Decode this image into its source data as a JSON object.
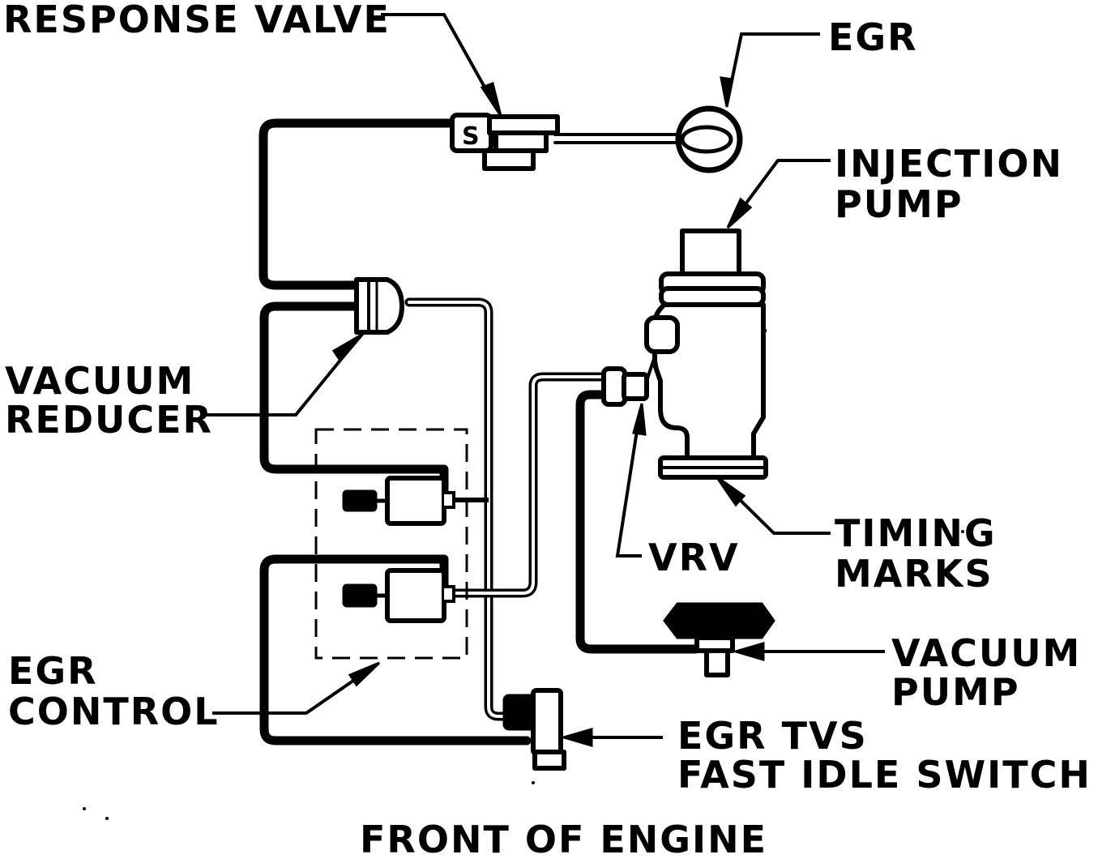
{
  "labels": {
    "response_valve": "RESPONSE VALVE",
    "response_valve_mark": "S",
    "egr": "EGR",
    "injection_pump_line1": "INJECTION",
    "injection_pump_line2": "PUMP",
    "vacuum_reducer_line1": "VACUUM",
    "vacuum_reducer_line2": "REDUCER",
    "timing_marks_line1": "TIMING",
    "timing_marks_line2": "MARKS",
    "vrv": "VRV",
    "vacuum_pump_line1": "VACUUM",
    "vacuum_pump_line2": "PUMP",
    "egr_control_line1": "EGR",
    "egr_control_line2": "CONTROL",
    "egr_tvs_line1": "EGR TVS",
    "egr_tvs_line2": "FAST IDLE SWITCH",
    "footer": "FRONT OF ENGINE"
  },
  "colors": {
    "ink": "#000000",
    "paper": "#ffffff"
  }
}
